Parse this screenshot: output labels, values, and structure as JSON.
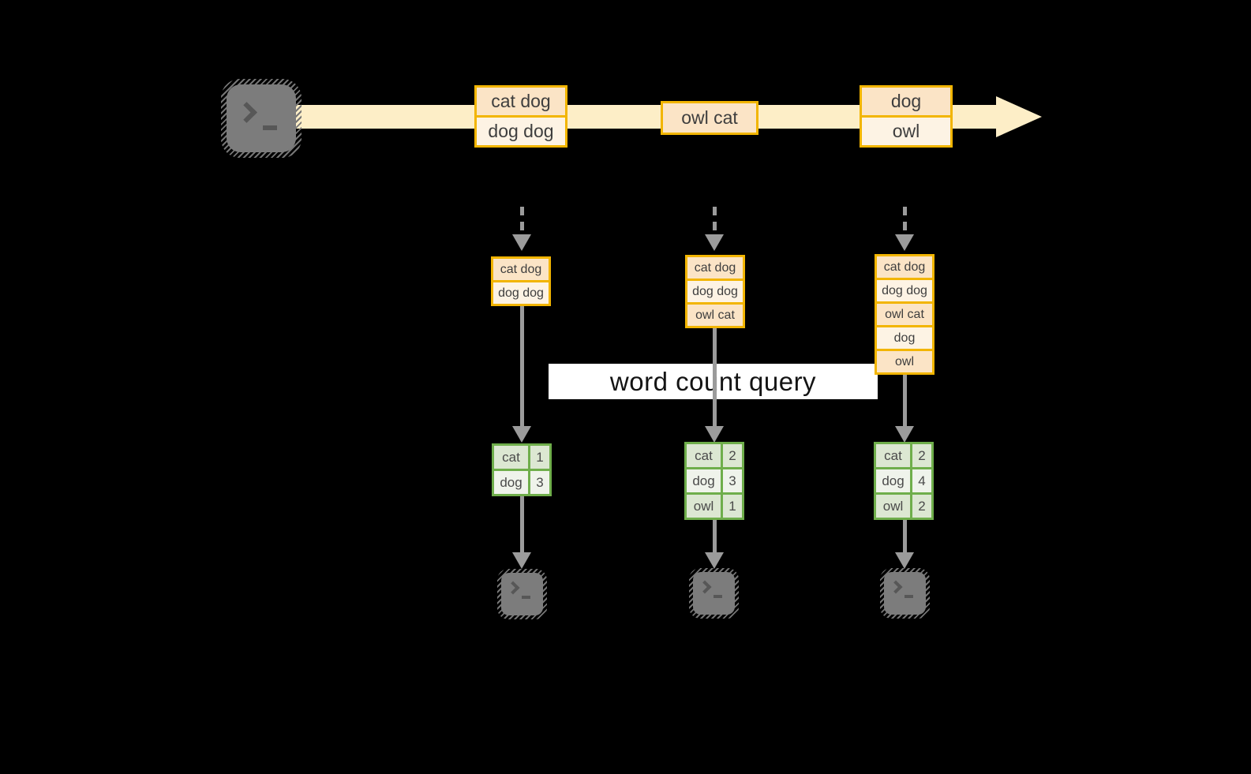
{
  "query_banner": "word count query",
  "stream_messages": [
    {
      "cells": [
        "cat dog",
        "dog dog"
      ]
    },
    {
      "cells": [
        "owl cat"
      ]
    },
    {
      "cells": [
        "dog",
        "owl"
      ]
    }
  ],
  "columns": [
    {
      "state": [
        "cat dog",
        "dog dog"
      ],
      "counts": [
        {
          "word": "cat",
          "count": "1"
        },
        {
          "word": "dog",
          "count": "3"
        }
      ]
    },
    {
      "state": [
        "cat dog",
        "dog dog",
        "owl cat"
      ],
      "counts": [
        {
          "word": "cat",
          "count": "2"
        },
        {
          "word": "dog",
          "count": "3"
        },
        {
          "word": "owl",
          "count": "1"
        }
      ]
    },
    {
      "state": [
        "cat dog",
        "dog dog",
        "owl cat",
        "dog",
        "owl"
      ],
      "counts": [
        {
          "word": "cat",
          "count": "2"
        },
        {
          "word": "dog",
          "count": "4"
        },
        {
          "word": "owl",
          "count": "2"
        }
      ]
    }
  ],
  "colors": {
    "stream_cream": "#FDEEC7",
    "box_border_gold": "#F2B500",
    "cell_peach_dark": "#FBE4C6",
    "cell_peach_light": "#FDF3E4",
    "table_border_green": "#6FAE4B",
    "table_row_green": "#DCE7D2",
    "table_row_pale": "#EFF3EB",
    "arrow_gray": "#9B9B9B",
    "terminal_gray": "#7C7C7C"
  }
}
